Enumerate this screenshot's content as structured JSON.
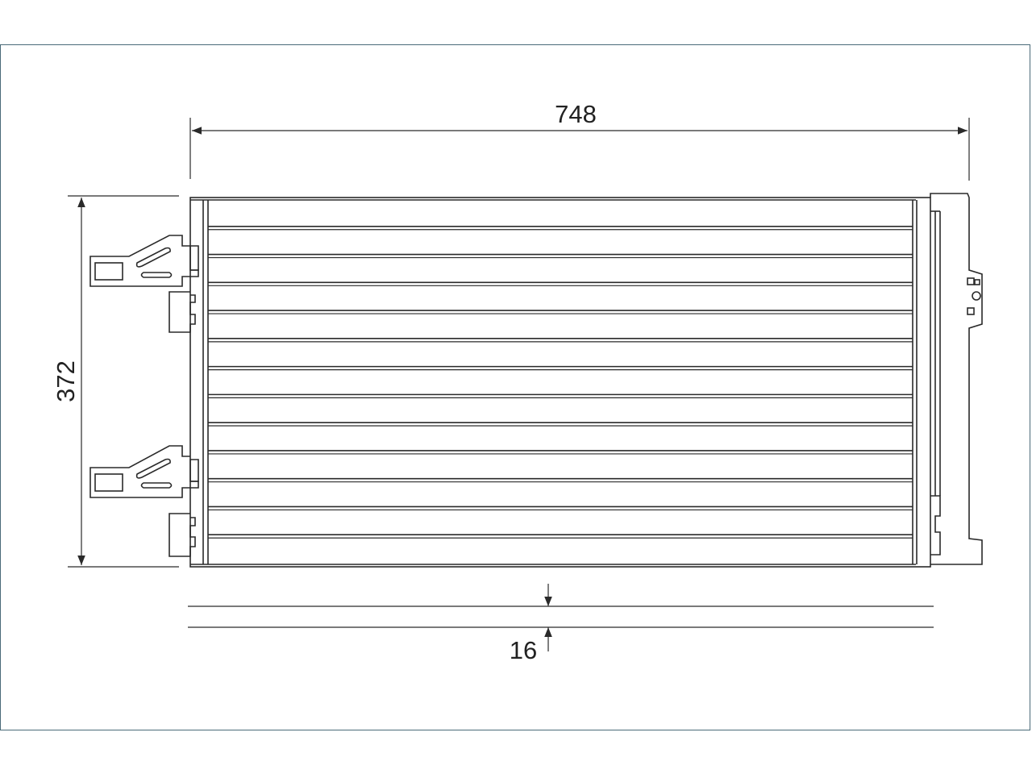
{
  "diagram": {
    "dimensions": {
      "width_label": "748",
      "height_label": "372",
      "depth_label": "16"
    },
    "colors": {
      "border": "#4a6a78",
      "line": "#2a2a2a",
      "background": "#ffffff"
    }
  }
}
